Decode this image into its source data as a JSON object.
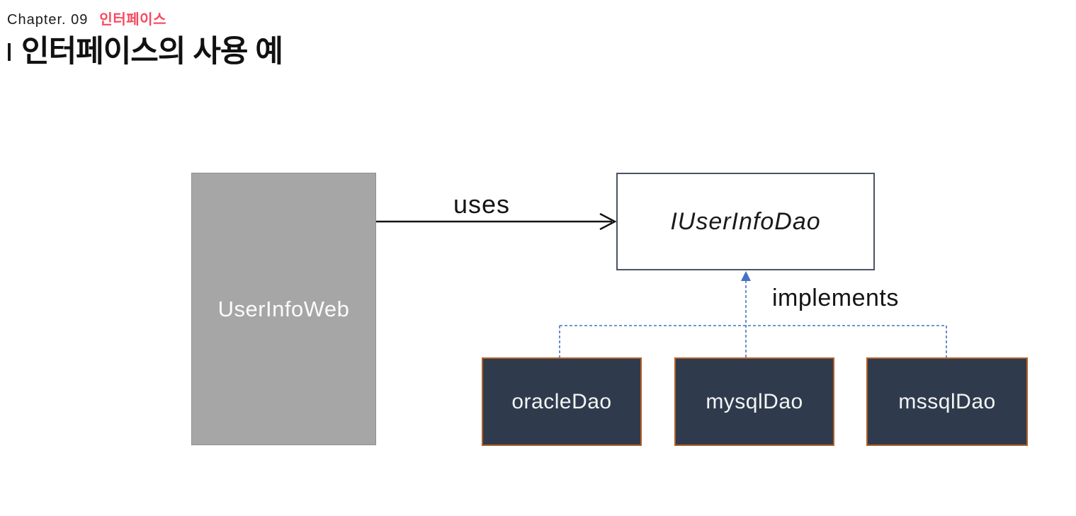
{
  "header": {
    "chapter_label": "Chapter. 09",
    "chapter_topic": "인터페이스"
  },
  "title": {
    "prefix": "I",
    "text": "인터페이스의 사용 예"
  },
  "diagram": {
    "client_box": {
      "label": "UserInfoWeb"
    },
    "interface_box": {
      "label": "IUserInfoDao"
    },
    "uses_label": "uses",
    "implements_label": "implements",
    "implementation_boxes": [
      {
        "label": "oracleDao"
      },
      {
        "label": "mysqlDao"
      },
      {
        "label": "mssqlDao"
      }
    ],
    "colors": {
      "accent_red": "#f8485e",
      "client_box_fill": "#a6a6a6",
      "client_box_border": "#8f8f8f",
      "interface_box_border": "#4a5362",
      "impl_box_fill": "#2f3b4d",
      "impl_box_border": "#b2602a",
      "connector_blue": "#4472c4",
      "line_black": "#141414"
    }
  }
}
